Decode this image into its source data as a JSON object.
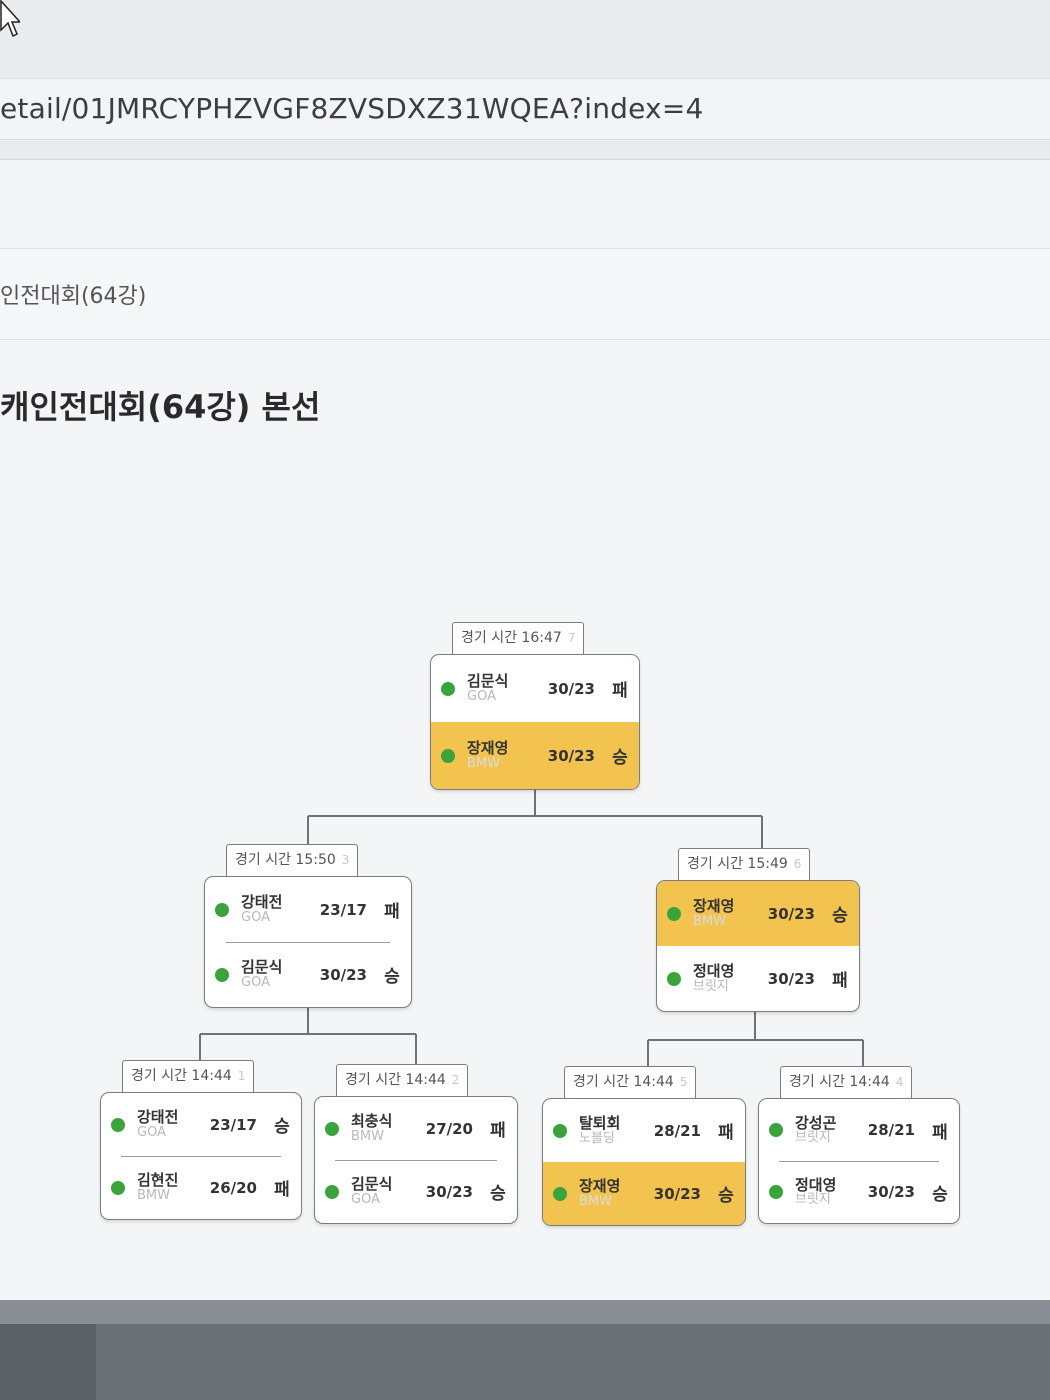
{
  "browser": {
    "url": "etail/01JMRCYPHZVGF8ZVSDXZ31WQEA?index=4"
  },
  "page": {
    "breadcrumb": "인전대회(64강)",
    "title": "캐인전대회(64강) 본선"
  },
  "bracket": {
    "final": {
      "time": "경기 시간 16:47",
      "index": "7",
      "p1": {
        "name": "김문식",
        "team": "GOA",
        "score": "30/23",
        "result": "패",
        "winner": false
      },
      "p2": {
        "name": "장재영",
        "team": "BMW",
        "score": "30/23",
        "result": "승",
        "winner": true
      }
    },
    "semi_left": {
      "time": "경기 시간 15:50",
      "index": "3",
      "p1": {
        "name": "강태전",
        "team": "GOA",
        "score": "23/17",
        "result": "패",
        "winner": false
      },
      "p2": {
        "name": "김문식",
        "team": "GOA",
        "score": "30/23",
        "result": "승",
        "winner": false
      }
    },
    "semi_right": {
      "time": "경기 시간 15:49",
      "index": "6",
      "p1": {
        "name": "장재영",
        "team": "BMW",
        "score": "30/23",
        "result": "승",
        "winner": true
      },
      "p2": {
        "name": "정대영",
        "team": "브릿지",
        "score": "30/23",
        "result": "패",
        "winner": false
      }
    },
    "q1": {
      "time": "경기 시간 14:44",
      "index": "1",
      "p1": {
        "name": "강태전",
        "team": "GOA",
        "score": "23/17",
        "result": "승",
        "winner": false
      },
      "p2": {
        "name": "김현진",
        "team": "BMW",
        "score": "26/20",
        "result": "패",
        "winner": false
      }
    },
    "q2": {
      "time": "경기 시간 14:44",
      "index": "2",
      "p1": {
        "name": "최충식",
        "team": "BMW",
        "score": "27/20",
        "result": "패",
        "winner": false
      },
      "p2": {
        "name": "김문식",
        "team": "GOA",
        "score": "30/23",
        "result": "승",
        "winner": false
      }
    },
    "q3": {
      "time": "경기 시간 14:44",
      "index": "5",
      "p1": {
        "name": "탈퇴회",
        "team": "노블딩",
        "score": "28/21",
        "result": "패",
        "winner": false
      },
      "p2": {
        "name": "장재영",
        "team": "BMW",
        "score": "30/23",
        "result": "승",
        "winner": true
      }
    },
    "q4": {
      "time": "경기 시간 14:44",
      "index": "4",
      "p1": {
        "name": "강성곤",
        "team": "브릿지",
        "score": "28/21",
        "result": "패",
        "winner": false
      },
      "p2": {
        "name": "정대영",
        "team": "브릿지",
        "score": "30/23",
        "result": "승",
        "winner": false
      }
    },
    "colors": {
      "winner": "#f2c34e",
      "status_dot": "#3aa33c",
      "line": "#6f7278"
    }
  }
}
